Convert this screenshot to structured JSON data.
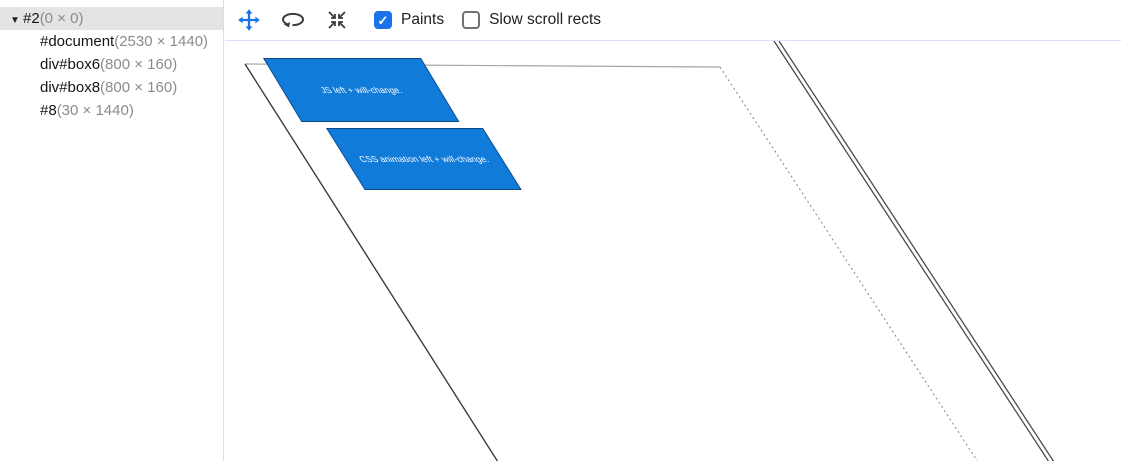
{
  "accent_color": "#1a73e8",
  "sidebar": {
    "expander_glyph": "▼",
    "rows": [
      {
        "name": "#2",
        "dims": "(0 × 0)",
        "selected": true,
        "expanded": true
      },
      {
        "name": "#document",
        "dims": "(2530 × 1440)",
        "selected": false
      },
      {
        "name": "div#box6",
        "dims": "(800 × 160)",
        "selected": false
      },
      {
        "name": "div#box8",
        "dims": "(800 × 160)",
        "selected": false
      },
      {
        "name": "#8",
        "dims": "(30 × 1440)",
        "selected": false
      }
    ]
  },
  "toolbar": {
    "check_glyph": "✓",
    "icons": [
      "pan-mode",
      "rotate-mode",
      "reset-view"
    ],
    "checkboxes": [
      {
        "label": "Paints",
        "checked": true
      },
      {
        "label": "Slow scroll rects",
        "checked": false
      }
    ]
  },
  "canvas": {
    "layer_fill": "#117bd9",
    "layers": [
      {
        "label": "JS left + will-change."
      },
      {
        "label": "CSS animation left + will-change."
      }
    ]
  }
}
